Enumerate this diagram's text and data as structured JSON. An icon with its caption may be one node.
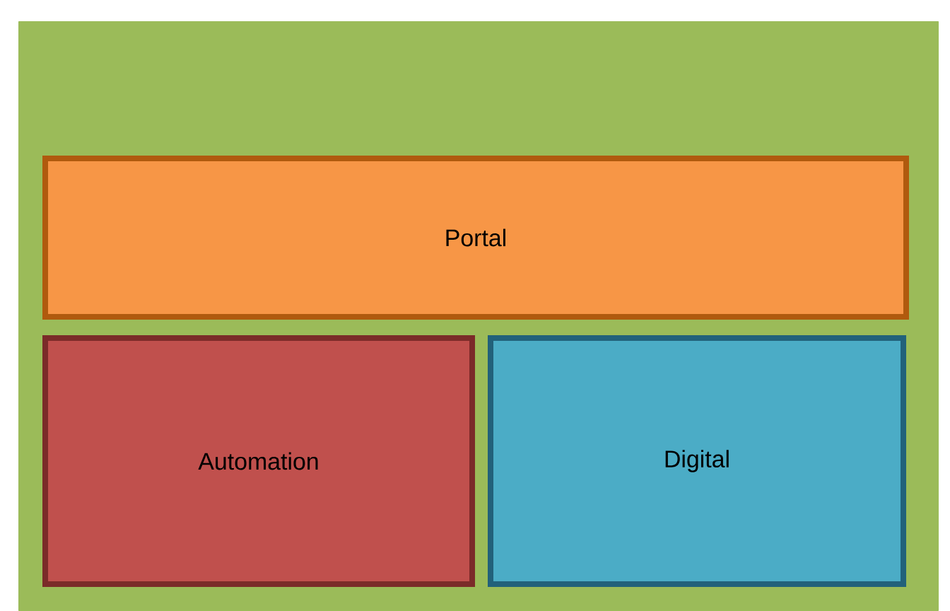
{
  "diagram": {
    "nodes": [
      {
        "text": [],
        "shape": "box"
      },
      {
        "text": [
          "Portal"
        ],
        "in": 0
      },
      {
        "text": [
          "Automation"
        ],
        "in": 0
      },
      {
        "text": [
          "Digital"
        ],
        "in": 0
      }
    ]
  }
}
